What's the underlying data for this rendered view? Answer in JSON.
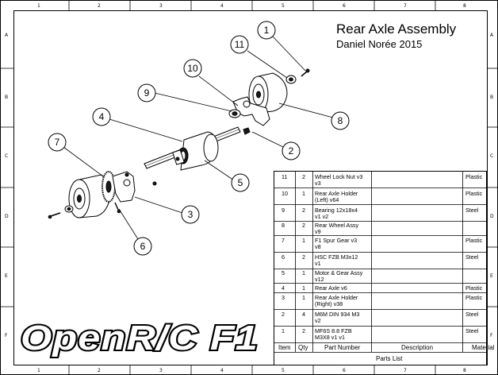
{
  "title": {
    "main": "Rear Axle Assembly",
    "sub": "Daniel Norée 2015"
  },
  "zone_columns": [
    "1",
    "2",
    "3",
    "4",
    "5",
    "6",
    "7",
    "8"
  ],
  "zone_rows": [
    "A",
    "B",
    "C",
    "D",
    "E",
    "F"
  ],
  "balloons": [
    {
      "id": "1",
      "label": "1"
    },
    {
      "id": "2",
      "label": "2"
    },
    {
      "id": "3",
      "label": "3"
    },
    {
      "id": "4",
      "label": "4"
    },
    {
      "id": "5",
      "label": "5"
    },
    {
      "id": "6",
      "label": "6"
    },
    {
      "id": "7",
      "label": "7"
    },
    {
      "id": "8",
      "label": "8"
    },
    {
      "id": "9",
      "label": "9"
    },
    {
      "id": "10",
      "label": "10"
    },
    {
      "id": "11",
      "label": "11"
    }
  ],
  "parts_list": {
    "caption": "Parts List",
    "headers": {
      "item": "Item",
      "qty": "Qty",
      "part_number": "Part Number",
      "description": "Description",
      "material": "Material"
    },
    "rows": [
      {
        "item": "11",
        "qty": "2",
        "part_number_1": "Wheel Lock Nut v3",
        "part_number_2": "v3",
        "description": "",
        "material": "Plastic"
      },
      {
        "item": "10",
        "qty": "1",
        "part_number_1": "Rear Axle Holder",
        "part_number_2": "(Left) v64",
        "description": "",
        "material": "Plastic"
      },
      {
        "item": "9",
        "qty": "2",
        "part_number_1": "Bearing 12x18x4",
        "part_number_2": "v1 v2",
        "description": "",
        "material": "Steel"
      },
      {
        "item": "8",
        "qty": "2",
        "part_number_1": "Rear Wheel Assy",
        "part_number_2": "v9",
        "description": "",
        "material": ""
      },
      {
        "item": "7",
        "qty": "1",
        "part_number_1": "F1 Spur Gear v3",
        "part_number_2": "v8",
        "description": "",
        "material": "Plastic"
      },
      {
        "item": "6",
        "qty": "2",
        "part_number_1": "HSC FZB M3x12",
        "part_number_2": "v1",
        "description": "",
        "material": "Steel"
      },
      {
        "item": "5",
        "qty": "1",
        "part_number_1": "Motor & Gear Assy",
        "part_number_2": "v12",
        "description": "",
        "material": ""
      },
      {
        "item": "4",
        "qty": "1",
        "part_number_1": "Rear Axle v6",
        "part_number_2": "",
        "description": "",
        "material": "Plastic"
      },
      {
        "item": "3",
        "qty": "1",
        "part_number_1": "Rear Axle Holder",
        "part_number_2": "(Right) v38",
        "description": "",
        "material": "Plastic"
      },
      {
        "item": "2",
        "qty": "4",
        "part_number_1": "M6M DIN 934 M3",
        "part_number_2": "v2",
        "description": "",
        "material": "Steel"
      },
      {
        "item": "1",
        "qty": "2",
        "part_number_1": "MF6S 8.8 FZB",
        "part_number_2": "M3X8 v1 v1",
        "description": "",
        "material": "Steel"
      }
    ]
  },
  "logo": {
    "text": "OpenR/C F1"
  }
}
